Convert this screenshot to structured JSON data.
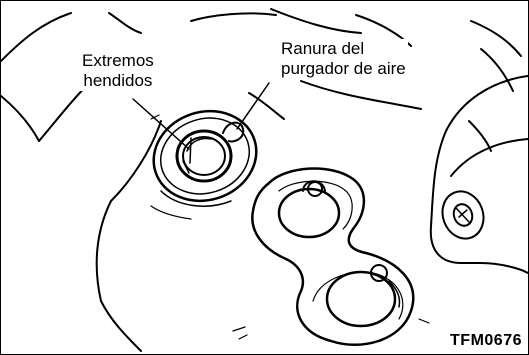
{
  "labels": {
    "split_ends": [
      "Extremos",
      "hendidos"
    ],
    "air_bleed_groove": [
      "Ranura del",
      "purgador de aire"
    ]
  },
  "figure_code": "TFM0676"
}
